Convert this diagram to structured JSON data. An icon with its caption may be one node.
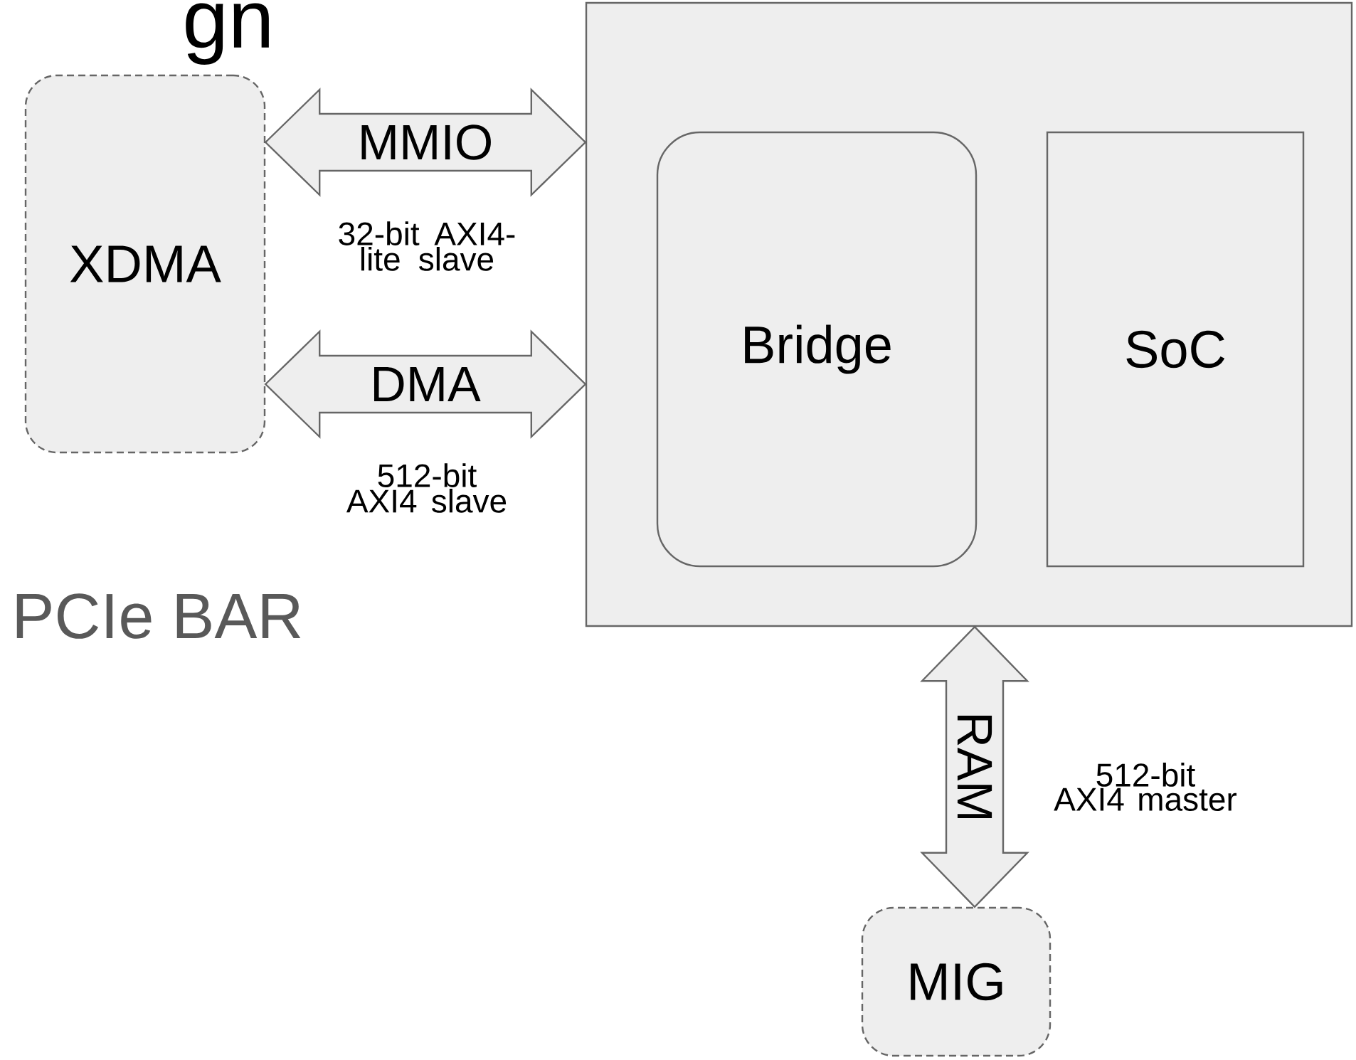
{
  "diagram": {
    "title": "gn",
    "nodes": [
      {
        "text": [
          "XDMA"
        ]
      },
      {
        "text": [],
        "shape": "box"
      },
      {
        "text": [
          "Bridge"
        ],
        "in": 1
      },
      {
        "text": [
          "SoC"
        ],
        "in": 1
      },
      {
        "text": [
          "MIG"
        ]
      }
    ],
    "edges": [
      {
        "from": 0,
        "to": 1,
        "arrow": "both",
        "label": "MMIO"
      },
      {
        "from": 0,
        "to": 1,
        "arrow": "both",
        "label": "DMA"
      },
      {
        "from": 1,
        "to": 4,
        "arrow": "both",
        "label": "RAM"
      }
    ],
    "labels": [
      "32-bit AXI4-lite slave",
      "512-bit AXI4 slave",
      "PCIe BAR",
      "512-bit AXI4 master"
    ]
  }
}
